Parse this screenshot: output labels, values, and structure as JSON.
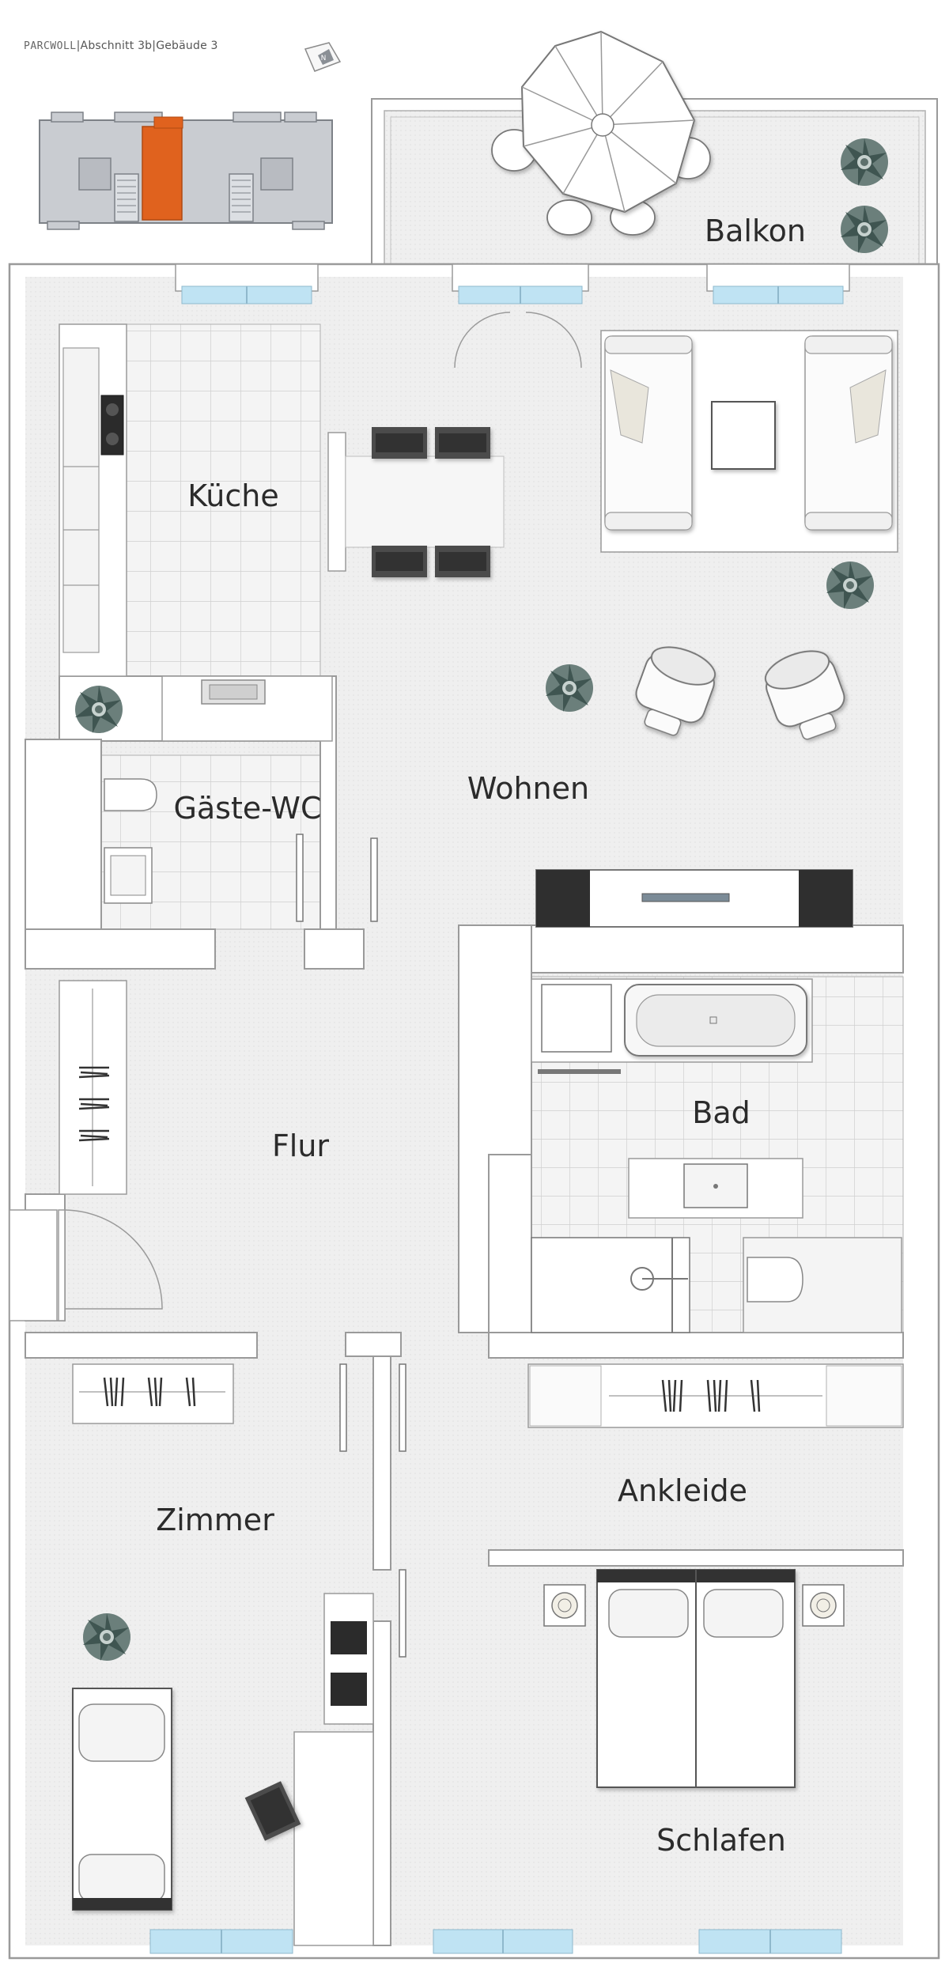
{
  "header": {
    "logo_text": "PARCWOLL",
    "separator": "|",
    "section": "Abschnitt 3b",
    "building": "Gebäude 3"
  },
  "compass": {
    "label": "N"
  },
  "rooms": {
    "balkon": "Balkon",
    "kueche": "Küche",
    "wohnen": "Wohnen",
    "gaeste_wc": "Gäste-WC",
    "bad": "Bad",
    "flur": "Flur",
    "ankleide": "Ankleide",
    "zimmer": "Zimmer",
    "schlafen": "Schlafen"
  },
  "colors": {
    "wall": "#ffffff",
    "wall_stroke": "#9a9a9a",
    "floor": "#efefef",
    "tile_line": "#cfcfcf",
    "window_glass": "#bfe3f3",
    "highlight_unit": "#e0621e",
    "keyplan_fill": "#c9ccd1",
    "plant": "#4f6561"
  }
}
